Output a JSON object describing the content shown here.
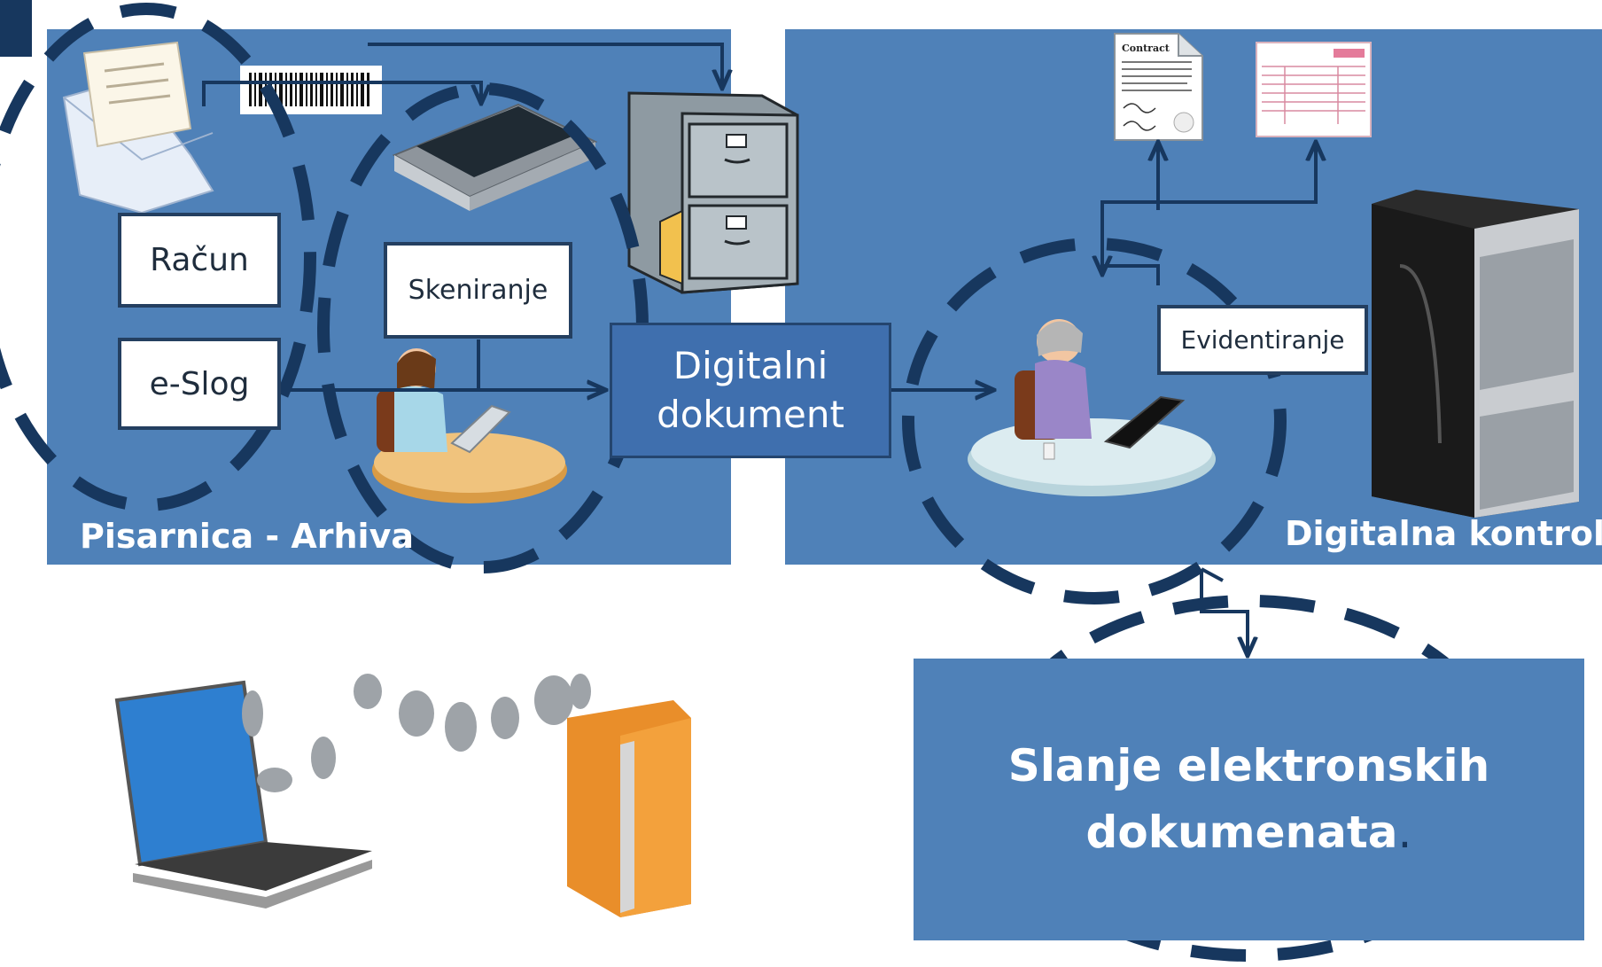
{
  "left_panel": {
    "label": "Pisarnica - Arhiva",
    "racun_label": "Račun",
    "eslog_label": "e-Slog",
    "scanning_label": "Skeniranje"
  },
  "center": {
    "digital_doc_line1": "Digitalni",
    "digital_doc_line2": "dokument"
  },
  "right_panel": {
    "label": "Digitalna kontrola",
    "evidence_label": "Evidentiranje",
    "contract_title": "Contract"
  },
  "bottom": {
    "sending_line1": "Slanje elektronskih",
    "sending_line2": "dokumenata",
    "sending_period": "."
  },
  "colors": {
    "panel": "#4f81b8",
    "dark_navy": "#17375e",
    "box_border": "#243f60"
  },
  "icons": [
    "envelope-letter-icon",
    "barcode-icon",
    "scanner-icon",
    "filing-cabinet-icon",
    "office-worker-icon",
    "contract-document-icon",
    "invoice-document-icon",
    "server-tower-icon",
    "laptop-icon",
    "folder-icon"
  ]
}
